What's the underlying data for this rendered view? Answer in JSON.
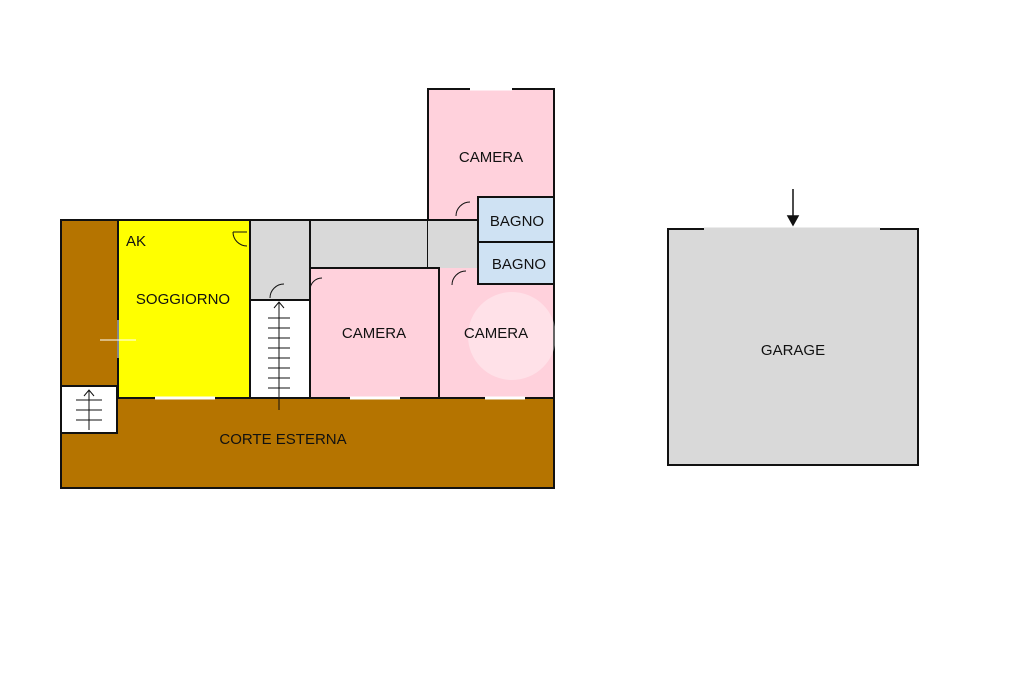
{
  "colors": {
    "courtyard": "#b57400",
    "living": "#ffff00",
    "bedroom": "#ffd1dc",
    "bath": "#cfe2f3",
    "hall": "#d9d9d9",
    "garage": "#d9d9d9",
    "stairs": "#ffffff",
    "wall": "#111111"
  },
  "rooms": {
    "camera_top": "CAMERA",
    "bagno_1": "BAGNO",
    "bagno_2": "BAGNO",
    "ak": "AK",
    "soggiorno": "SOGGIORNO",
    "camera_mid": "CAMERA",
    "camera_right": "CAMERA",
    "corte_esterna": "CORTE ESTERNA",
    "garage": "GARAGE"
  }
}
